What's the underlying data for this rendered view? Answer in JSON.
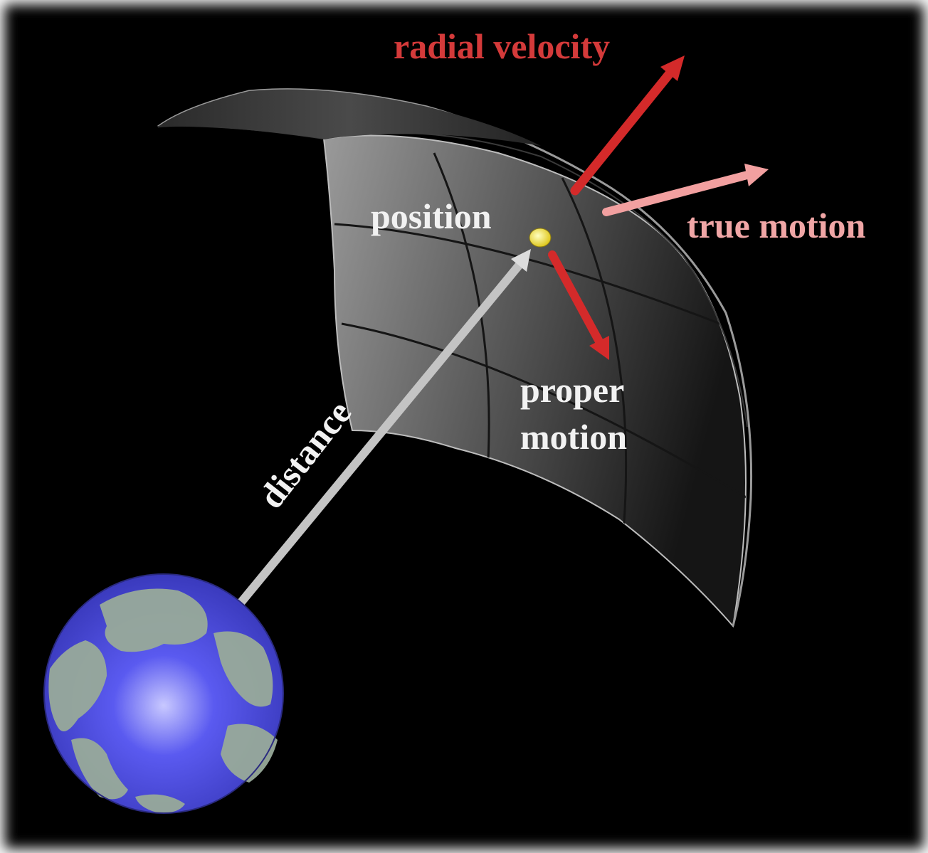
{
  "labels": {
    "radial_velocity": "radial velocity",
    "true_motion": "true motion",
    "position": "position",
    "proper_motion_line1": "proper",
    "proper_motion_line2": "motion",
    "distance": "distance"
  },
  "colors": {
    "background": "#000000",
    "radial_velocity_arrow": "#d42a2a",
    "radial_velocity_text": "#d43a3a",
    "true_motion_arrow": "#f2a0a0",
    "true_motion_text": "#f0a6a6",
    "proper_motion_arrow": "#d42a2a",
    "distance_arrow": "#cfcfcf",
    "label_white": "#f2f2f2",
    "star": "#f2e640",
    "earth_ocean": "#4c4ce0",
    "earth_land": "#98aa9a",
    "celestial_sphere": "#5a5a5a"
  }
}
